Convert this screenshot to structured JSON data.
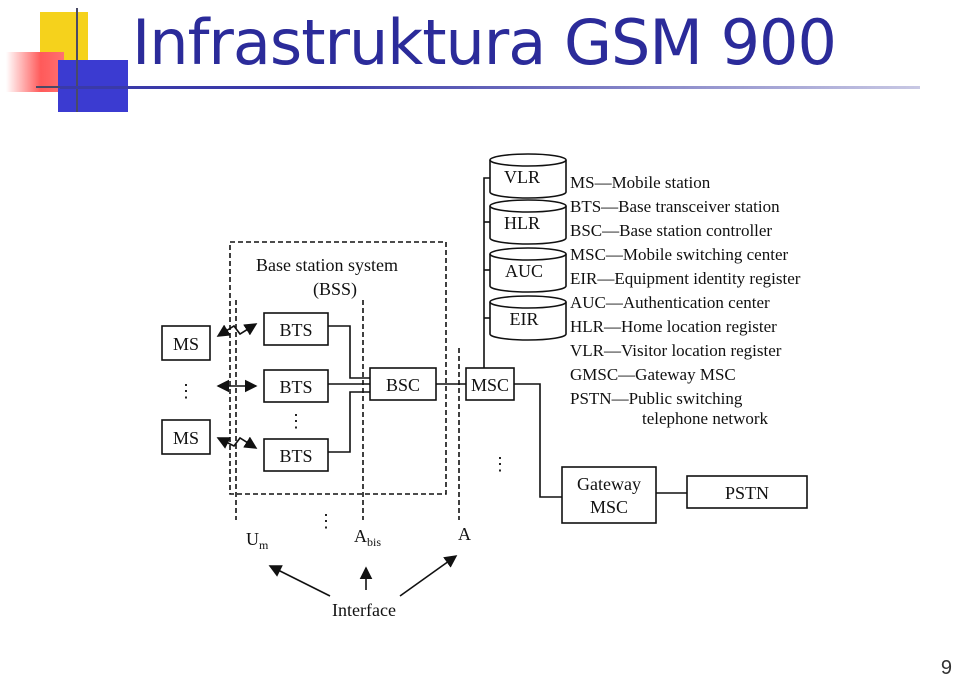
{
  "title": "Infrastruktura GSM 900",
  "page_number": "9",
  "diagram": {
    "bss_label_line1": "Base station system",
    "bss_label_line2": "(BSS)",
    "nodes": {
      "ms_top": "MS",
      "ms_bottom": "MS",
      "bts_1": "BTS",
      "bts_2": "BTS",
      "bts_3": "BTS",
      "bsc": "BSC",
      "msc": "MSC",
      "vlr": "VLR",
      "hlr": "HLR",
      "auc": "AUC",
      "eir": "EIR",
      "gateway_line1": "Gateway",
      "gateway_line2": "MSC",
      "pstn": "PSTN"
    },
    "interfaces": {
      "um_main": "U",
      "um_sub": "m",
      "abis_main": "A",
      "abis_sub": "bis",
      "a": "A",
      "caption": "Interface"
    },
    "ellipsis": "⋮"
  },
  "legend": [
    "MS—Mobile station",
    "BTS—Base transceiver station",
    "BSC—Base station controller",
    "MSC—Mobile switching center",
    "EIR—Equipment identity register",
    "AUC—Authentication center",
    "HLR—Home location register",
    "VLR—Visitor location register",
    "GMSC—Gateway MSC",
    "PSTN—Public switching",
    "telephone network"
  ]
}
